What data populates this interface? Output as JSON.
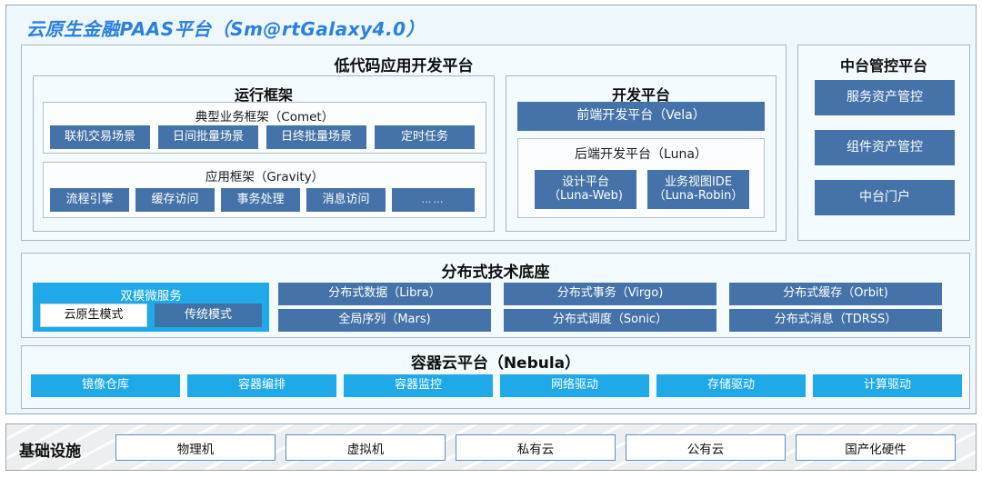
{
  "title": "云原生金融PAAS平台（Sm@rtGalaxy4.0）",
  "colors": {
    "title_blue": "#2a7fe0",
    "chip_blue": "#4573a9",
    "chip_cyan": "#1fa9e8",
    "panel_bg": "#eef8fc",
    "border": "#9aa7b4",
    "infra_border": "#5c8fc4"
  },
  "lowcode": {
    "title": "低代码应用开发平台",
    "runtime": {
      "title": "运行框架",
      "comet": {
        "caption": "典型业务框架（Comet）",
        "items": [
          "联机交易场景",
          "日间批量场景",
          "日终批量场景",
          "定时任务"
        ]
      },
      "gravity": {
        "caption": "应用框架（Gravity）",
        "items": [
          "流程引擎",
          "缓存访问",
          "事务处理",
          "消息访问",
          "……"
        ]
      }
    },
    "devplatform": {
      "title": "开发平台",
      "frontend": "前端开发平台（Vela）",
      "backend": {
        "caption": "后端开发平台（Luna）",
        "items": [
          {
            "line1": "设计平台",
            "line2": "（Luna-Web)"
          },
          {
            "line1": "业务视图IDE",
            "line2": "（Luna-Robin）"
          }
        ]
      }
    }
  },
  "midcontrol": {
    "title": "中台管控平台",
    "items": [
      "服务资产管控",
      "组件资产管控",
      "中台门户"
    ]
  },
  "distbase": {
    "title": "分布式技术底座",
    "dualmode": {
      "caption": "双模微服务",
      "items": [
        "云原生模式",
        "传统模式"
      ]
    },
    "columns": [
      [
        "分布式数据（Libra）",
        "全局序列（Mars)"
      ],
      [
        "分布式事务（Virgo)",
        "分布式调度（Sonic）"
      ],
      [
        "分布式缓存（Orbit)",
        "分布式消息（TDRSS）"
      ]
    ]
  },
  "nebula": {
    "title": "容器云平台（Nebula）",
    "items": [
      "镜像仓库",
      "容器编排",
      "容器监控",
      "网络驱动",
      "存储驱动",
      "计算驱动"
    ]
  },
  "infrastructure": {
    "label": "基础设施",
    "items": [
      "物理机",
      "虚拟机",
      "私有云",
      "公有云",
      "国产化硬件"
    ]
  }
}
